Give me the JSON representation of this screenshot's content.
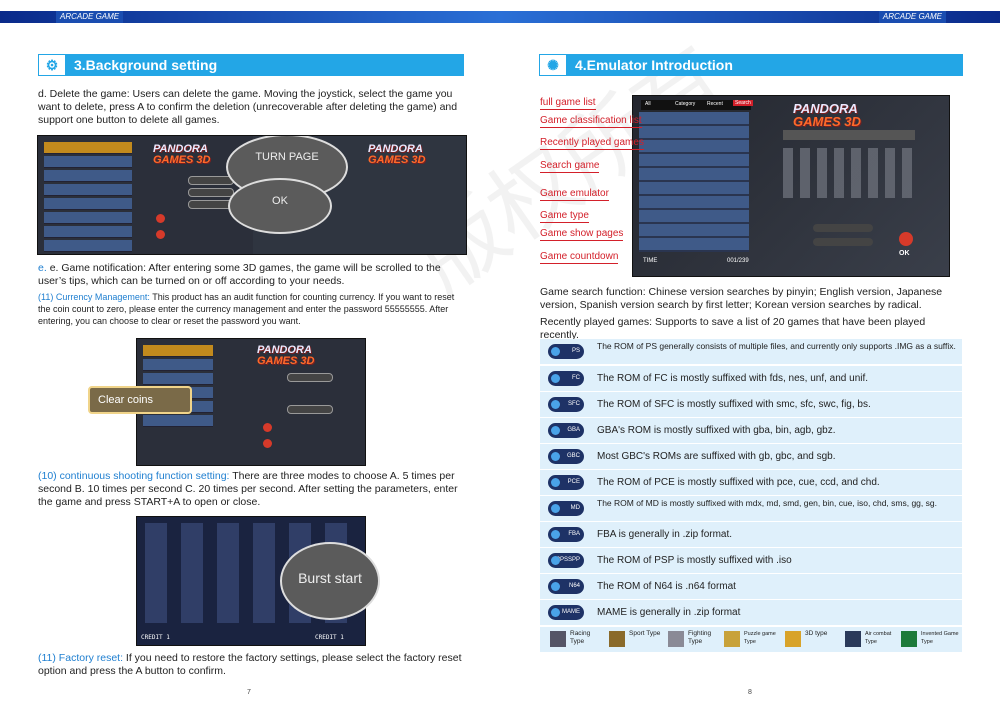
{
  "header": {
    "label_left": "ARCADE GAME",
    "label_right": "ARCADE GAME"
  },
  "left": {
    "section_title": "3.Background setting",
    "para_d": "d. Delete the game: Users can delete the game. Moving the joystick, select the game you want to delete, press A to confirm the deletion (unrecoverable after deleting the game) and support one button to delete all games.",
    "bubble_turn": "TURN PAGE",
    "bubble_ok": "OK",
    "para_e": "e. Game notification: After entering some 3D games, the game will be scrolled to the user’s tips, which can be turned on or off according to your needs.",
    "para_11_head": "(11) Currency Management:",
    "para_11_body": " This product has an audit function for counting currency. If you want to reset the coin count to zero, please enter the currency management and enter the password 55555555. After entering, you can choose to clear or reset the password you want.",
    "clear_coins": "Clear coins",
    "para_10_head": "(10) continuous shooting function setting:",
    "para_10_body": " There are three modes to choose A. 5 times per second B. 10 times per second C. 20 times per second. After setting the parameters, enter the game and press START+A to open or close.",
    "burst_start": "Burst start",
    "credit_left": "CREDIT 1",
    "credit_right": "CREDIT 1",
    "para_fr_head": "(11) Factory reset:",
    "para_fr_body": " If you need to restore the factory settings, please select the factory reset option and press the A button to confirm.",
    "page_number": "7"
  },
  "right": {
    "section_title": "4.Emulator Introduction",
    "labels": [
      "full game list",
      "Game classification list",
      "Recently played games",
      "Search game",
      "Game emulator",
      "Game type",
      "Game show pages",
      "Game countdown"
    ],
    "emu_tabs": [
      "All",
      "Category",
      "Recent",
      "Search"
    ],
    "emu_time": "TIME",
    "emu_count": "001/239",
    "emu_ok": "OK",
    "search_function": "Game search function: Chinese version searches by pinyin; English version, Japanese version, Spanish version search by first letter; Korean version searches by radical.",
    "recent_games": "Recently played games: Supports to save a list of 20 games that have been played recently.",
    "formats": [
      {
        "badge": "PS",
        "text": "The ROM of PS generally consists of multiple files, and currently only supports .IMG as a suffix."
      },
      {
        "badge": "FC",
        "text": "The ROM of FC is mostly suffixed with fds, nes, unf, and unif."
      },
      {
        "badge": "SFC",
        "text": "The ROM of SFC is mostly suffixed with smc, sfc, swc, fig, bs."
      },
      {
        "badge": "GBA",
        "text": "GBA's ROM is mostly suffixed with gba, bin, agb, gbz."
      },
      {
        "badge": "GBC",
        "text": "Most GBC's ROMs are suffixed with gb, gbc, and sgb."
      },
      {
        "badge": "PCE",
        "text": "The ROM of PCE is mostly suffixed with pce, cue, ccd, and chd."
      },
      {
        "badge": "MD",
        "text": "The ROM of MD is mostly suffixed with mdx, md, smd, gen, bin, cue, iso, chd, sms, gg, sg."
      },
      {
        "badge": "FBA",
        "text": "FBA is generally in .zip format."
      },
      {
        "badge": "PPSSPP",
        "text": "The ROM of PSP is mostly suffixed with .iso"
      },
      {
        "badge": "N64",
        "text": "The ROM of N64 is .n64 format"
      },
      {
        "badge": "MAME",
        "text": "MAME is generally in .zip format"
      }
    ],
    "types": [
      "Racing Type",
      "Sport Type",
      "Fighting Type",
      "Puzzle game Type",
      "3D type",
      "Air combat Type",
      "Invented Game Type"
    ],
    "page_number": "8"
  },
  "colors": {
    "accent": "#23a6e6",
    "label_red": "#d3202a",
    "table_bg": "#dff0fb"
  }
}
